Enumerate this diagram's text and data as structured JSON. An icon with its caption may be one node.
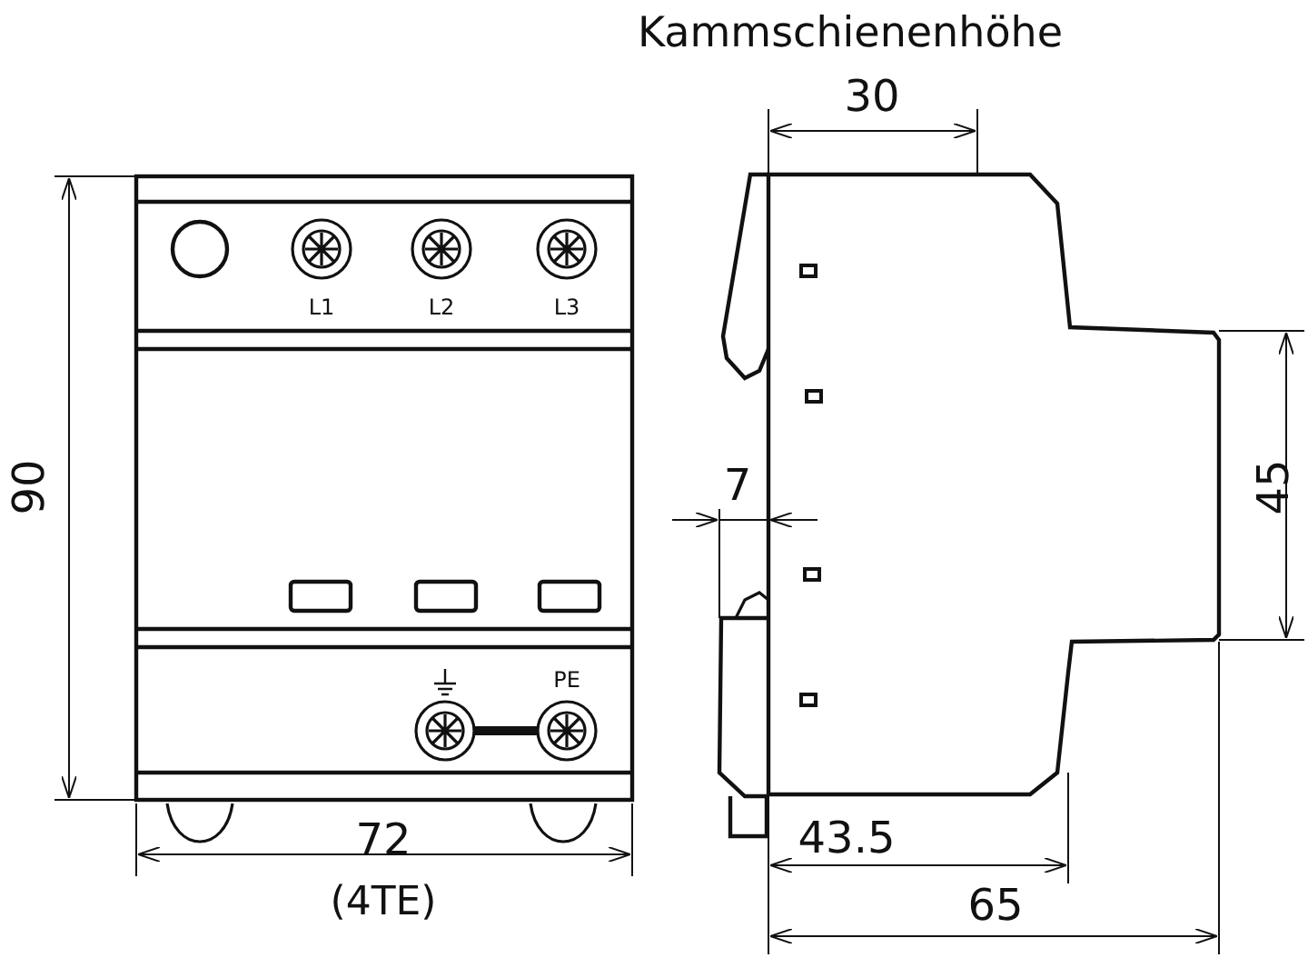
{
  "diagram": {
    "labels": [
      "Kammschienenhöhe",
      "30",
      "90",
      "L1",
      "L2",
      "L3",
      "7",
      "45",
      "PE",
      "72",
      "43.5",
      "(4TE)",
      "65"
    ]
  }
}
